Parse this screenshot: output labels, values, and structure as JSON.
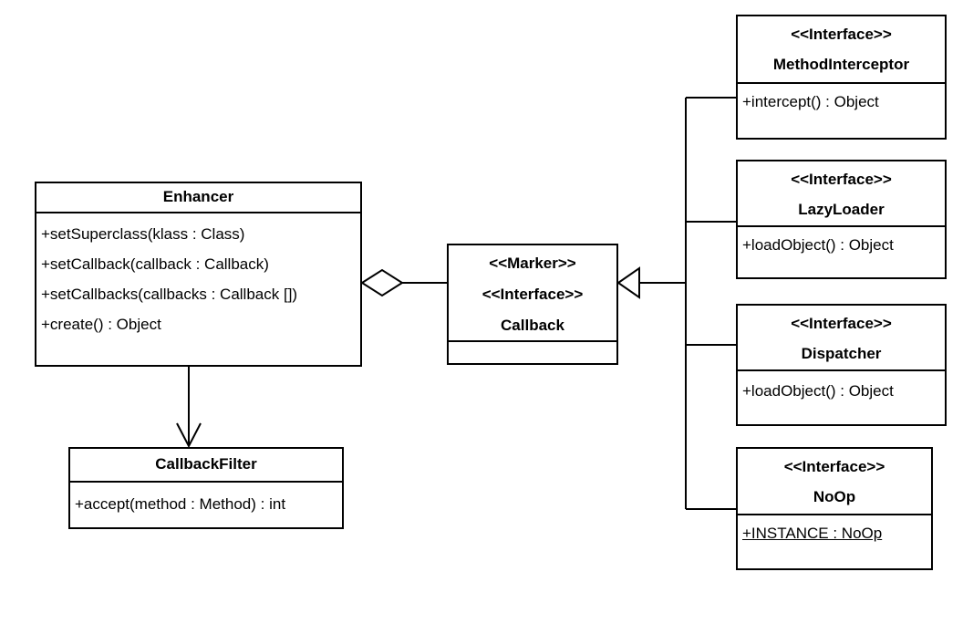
{
  "colors": {
    "background": "#ffffff",
    "line": "#000000",
    "box_fill": "#ffffff",
    "text": "#000000"
  },
  "classes": {
    "enhancer": {
      "name": "Enhancer",
      "members": [
        "+setSuperclass(klass : Class)",
        "+setCallback(callback : Callback)",
        "+setCallbacks(callbacks : Callback [])",
        "+create() : Object"
      ]
    },
    "callback_filter": {
      "name": "CallbackFilter",
      "members": [
        "+accept(method : Method) : int"
      ]
    },
    "callback": {
      "stereotype1": "<<Marker>>",
      "stereotype2": "<<Interface>>",
      "name": "Callback",
      "members": []
    },
    "method_interceptor": {
      "stereotype": "<<Interface>>",
      "name": "MethodInterceptor",
      "members": [
        "+intercept() : Object"
      ]
    },
    "lazy_loader": {
      "stereotype": "<<Interface>>",
      "name": "LazyLoader",
      "members": [
        "+loadObject() : Object"
      ]
    },
    "dispatcher": {
      "stereotype": "<<Interface>>",
      "name": "Dispatcher",
      "members": [
        "+loadObject() : Object"
      ]
    },
    "noop": {
      "stereotype": "<<Interface>>",
      "name": "NoOp",
      "members": [
        "+INSTANCE : NoOp"
      ]
    }
  },
  "relationships": [
    {
      "type": "aggregation",
      "from": "Enhancer",
      "to": "Callback",
      "marker": "hollow-diamond"
    },
    {
      "type": "directed-association",
      "from": "Enhancer",
      "to": "CallbackFilter",
      "marker": "open-arrow"
    },
    {
      "type": "generalization",
      "from": "MethodInterceptor",
      "to": "Callback",
      "marker": "hollow-triangle"
    },
    {
      "type": "generalization",
      "from": "LazyLoader",
      "to": "Callback",
      "marker": "hollow-triangle"
    },
    {
      "type": "generalization",
      "from": "Dispatcher",
      "to": "Callback",
      "marker": "hollow-triangle"
    },
    {
      "type": "generalization",
      "from": "NoOp",
      "to": "Callback",
      "marker": "hollow-triangle"
    }
  ]
}
